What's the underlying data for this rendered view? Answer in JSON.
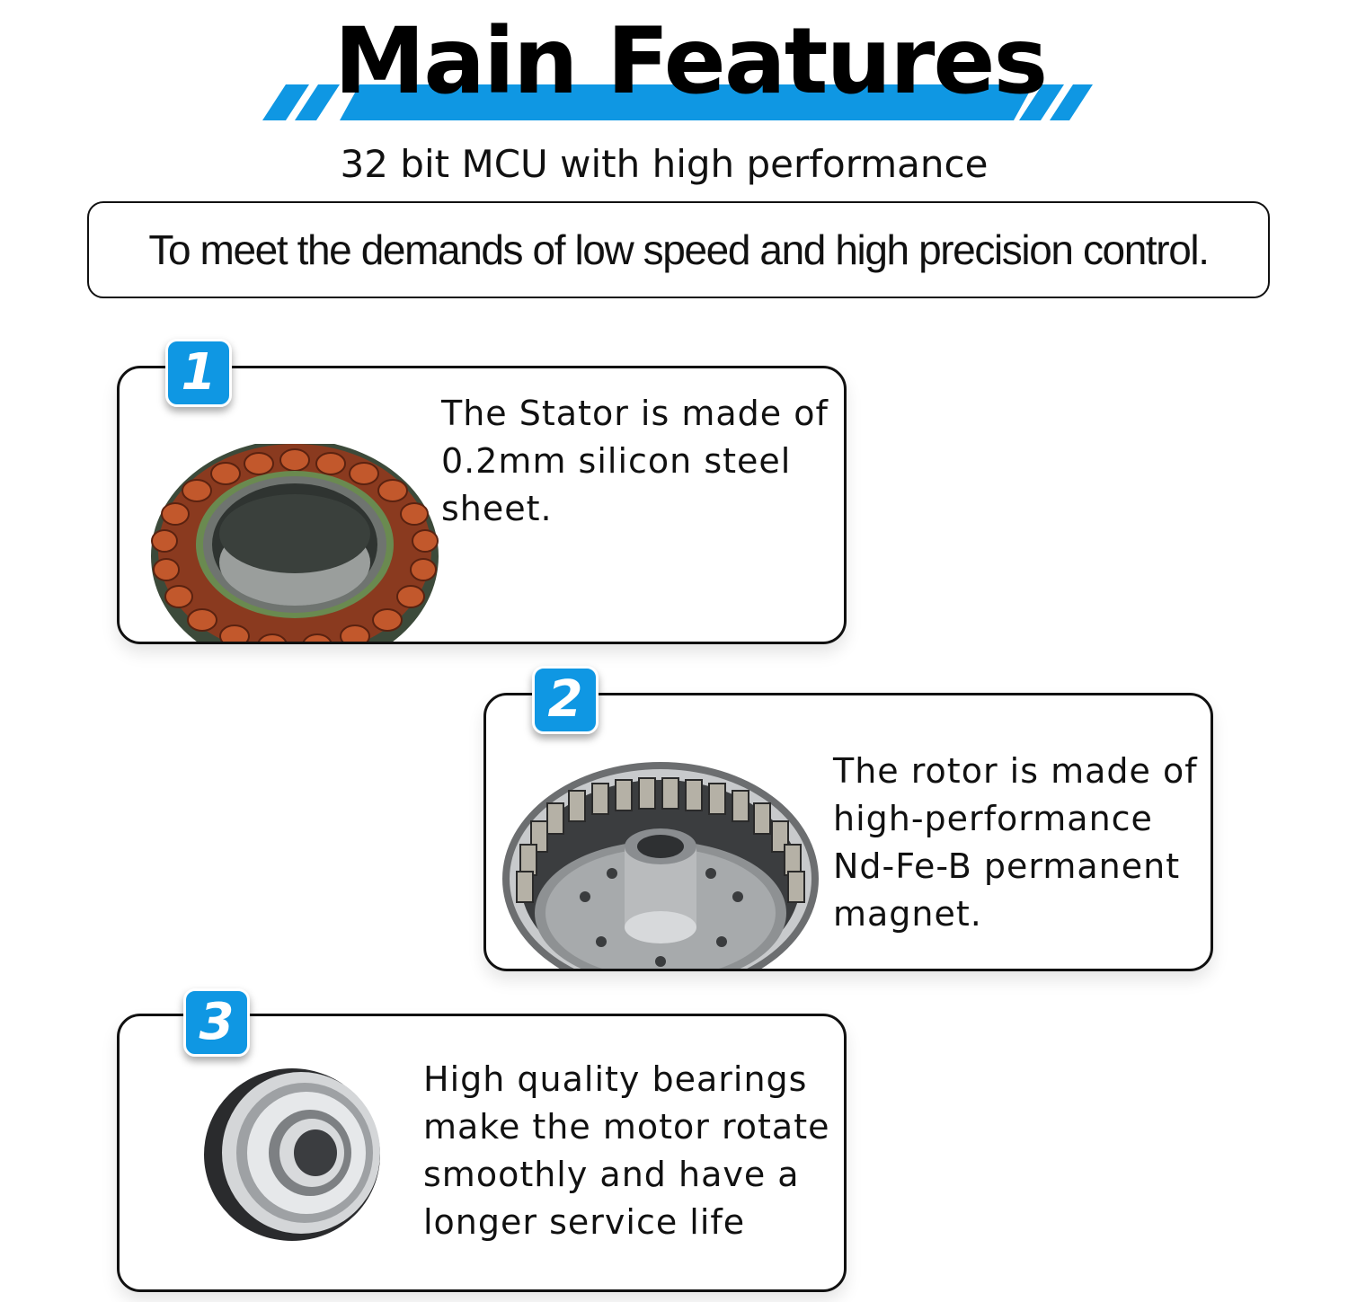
{
  "header": {
    "title": "Main Features",
    "accent_color": "#0f97e3"
  },
  "subtitle": "32 bit MCU with high performance",
  "banner": "To meet the demands of low speed and high precision control.",
  "features": [
    {
      "number": "1",
      "text": "The Stator is made of 0.2mm silicon steel sheet.",
      "image": "stator-image"
    },
    {
      "number": "2",
      "text": "The rotor is made of high-performance Nd-Fe-B permanent magnet.",
      "image": "rotor-image"
    },
    {
      "number": "3",
      "text": "High quality bearings make the motor rotate smoothly and have a longer service life",
      "image": "bearing-image"
    }
  ]
}
